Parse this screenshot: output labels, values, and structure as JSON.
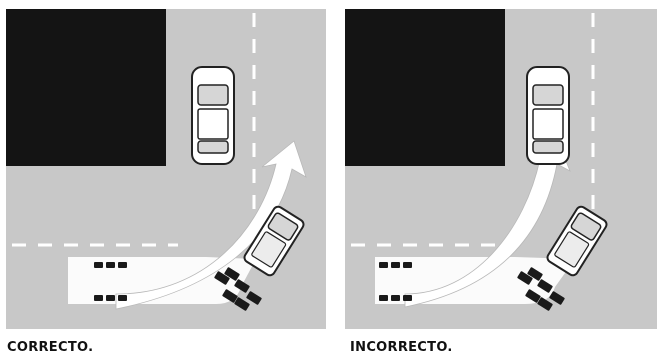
{
  "panels": [
    {
      "id": "correct",
      "caption": "CORRECTO.",
      "turn": "wide"
    },
    {
      "id": "incorrect",
      "caption": "INCORRECTO.",
      "turn": "tight"
    }
  ],
  "colors": {
    "road": "#c8c8c8",
    "building": "#141414",
    "lane_marking": "#ffffff",
    "vehicle_body": "#ffffff",
    "vehicle_outline": "#222222",
    "arrow_fill": "#ffffff",
    "tires": "#1a1a1a"
  }
}
